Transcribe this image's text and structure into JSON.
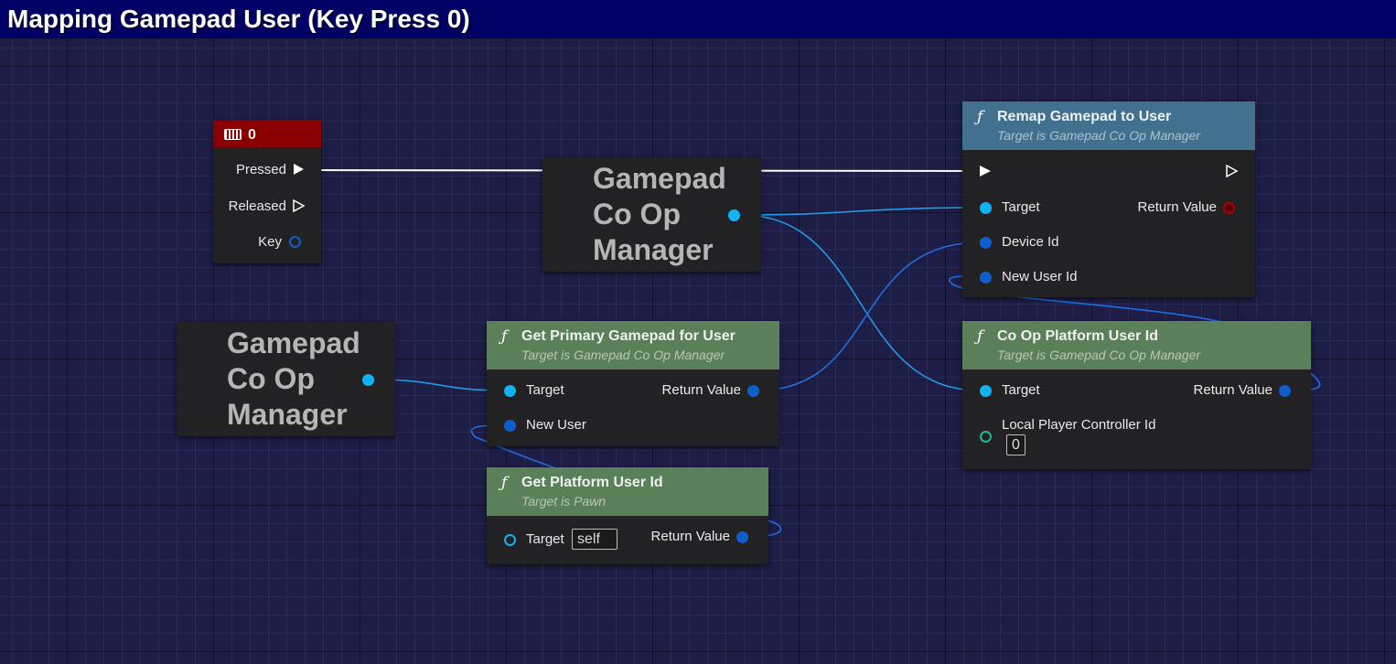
{
  "window": {
    "title": "Mapping Gamepad User (Key Press 0)"
  },
  "key_event": {
    "key_label": "0",
    "pressed": "Pressed",
    "released": "Released",
    "key": "Key",
    "header_color": "#8a0000",
    "icon": "keyboard-icon"
  },
  "var_node_top": {
    "text": [
      "Gamepad",
      "Co Op",
      "Manager"
    ]
  },
  "var_node_left": {
    "text": [
      "Gamepad",
      "Co Op",
      "Manager"
    ]
  },
  "remap_node": {
    "title": "Remap Gamepad to User",
    "subtitle": "Target is Gamepad Co Op Manager",
    "pins": {
      "target": "Target",
      "device_id": "Device Id",
      "new_user_id": "New User Id",
      "return_value": "Return Value"
    },
    "header_color": "#41718f",
    "icon": "function-icon"
  },
  "get_primary_node": {
    "title": "Get Primary Gamepad for User",
    "subtitle": "Target is Gamepad Co Op Manager",
    "pins": {
      "target": "Target",
      "new_user": "New User",
      "return_value": "Return Value"
    },
    "header_color": "#5a805a",
    "icon": "function-icon"
  },
  "coop_platform_node": {
    "title": "Co Op Platform User Id",
    "subtitle": "Target is Gamepad Co Op Manager",
    "pins": {
      "target": "Target",
      "local_player": "Local Player Controller Id",
      "local_player_value": "0",
      "return_value": "Return Value"
    },
    "header_color": "#5a805a",
    "icon": "function-icon"
  },
  "get_platform_node": {
    "title": "Get Platform User Id",
    "subtitle": "Target is Pawn",
    "pins": {
      "target": "Target",
      "target_value": "self",
      "return_value": "Return Value"
    },
    "header_color": "#5a805a",
    "icon": "function-icon"
  },
  "colors": {
    "object_pin": "#10b4f3",
    "struct_pin": "#0e5fcc",
    "int_pin": "#1fb59a",
    "bool_pin": "#aa0000",
    "exec_wire": "#ffffff"
  }
}
